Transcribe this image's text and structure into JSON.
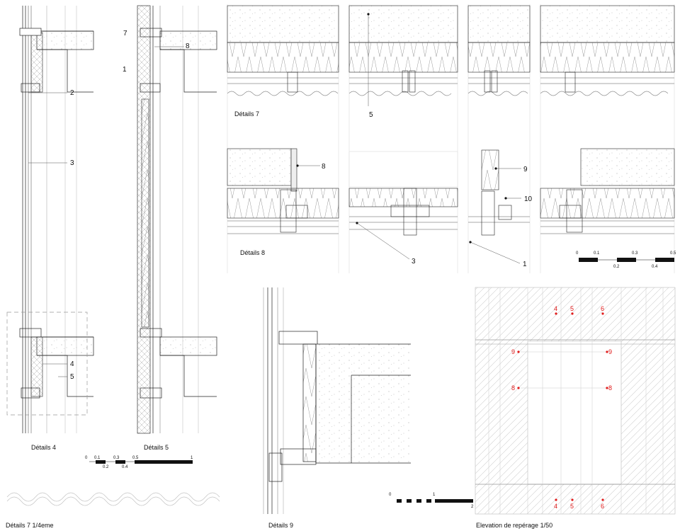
{
  "captions": {
    "details7": "Détails 7",
    "details8": "Détails 8",
    "details4": "Détails 4",
    "details5": "Détails 5",
    "details9": "Détails 9",
    "details7_quarter": "Détails 7 1/4eme",
    "elevation": "Elevation de repérage 1/50"
  },
  "callouts": {
    "d4_2": "2",
    "d4_3": "3",
    "d4_4": "4",
    "d4_5": "5",
    "d5_7": "7",
    "d5_8": "8",
    "d5_1": "1",
    "top_5": "5",
    "top_8": "8",
    "top_9": "9",
    "top_10": "10",
    "top_3": "3",
    "top_1": "1"
  },
  "scale_small": {
    "t0": "0",
    "t01": "0.1",
    "t02": "0.2",
    "t03": "0.3",
    "t04": "0.4",
    "t05": "0.5",
    "t1": "1"
  },
  "scale_right": {
    "t0": "0",
    "t01": "0.1",
    "t02": "0.2",
    "t03": "0.3",
    "t04": "0.4",
    "t05": "0.5"
  },
  "scale_elev": {
    "t0": "0",
    "t1": "1",
    "t2": "2"
  },
  "elevation_marks": {
    "top": [
      "4",
      "5",
      "6"
    ],
    "mid9_left": "9",
    "mid9_right": "9",
    "mid8_left": "8",
    "mid8_right": "8",
    "bottom": [
      "4",
      "5",
      "6"
    ]
  },
  "colors": {
    "ink": "#111111",
    "thin": "#9a9a9a",
    "red": "#e01b1b",
    "hatch": "#c8c8c8"
  }
}
